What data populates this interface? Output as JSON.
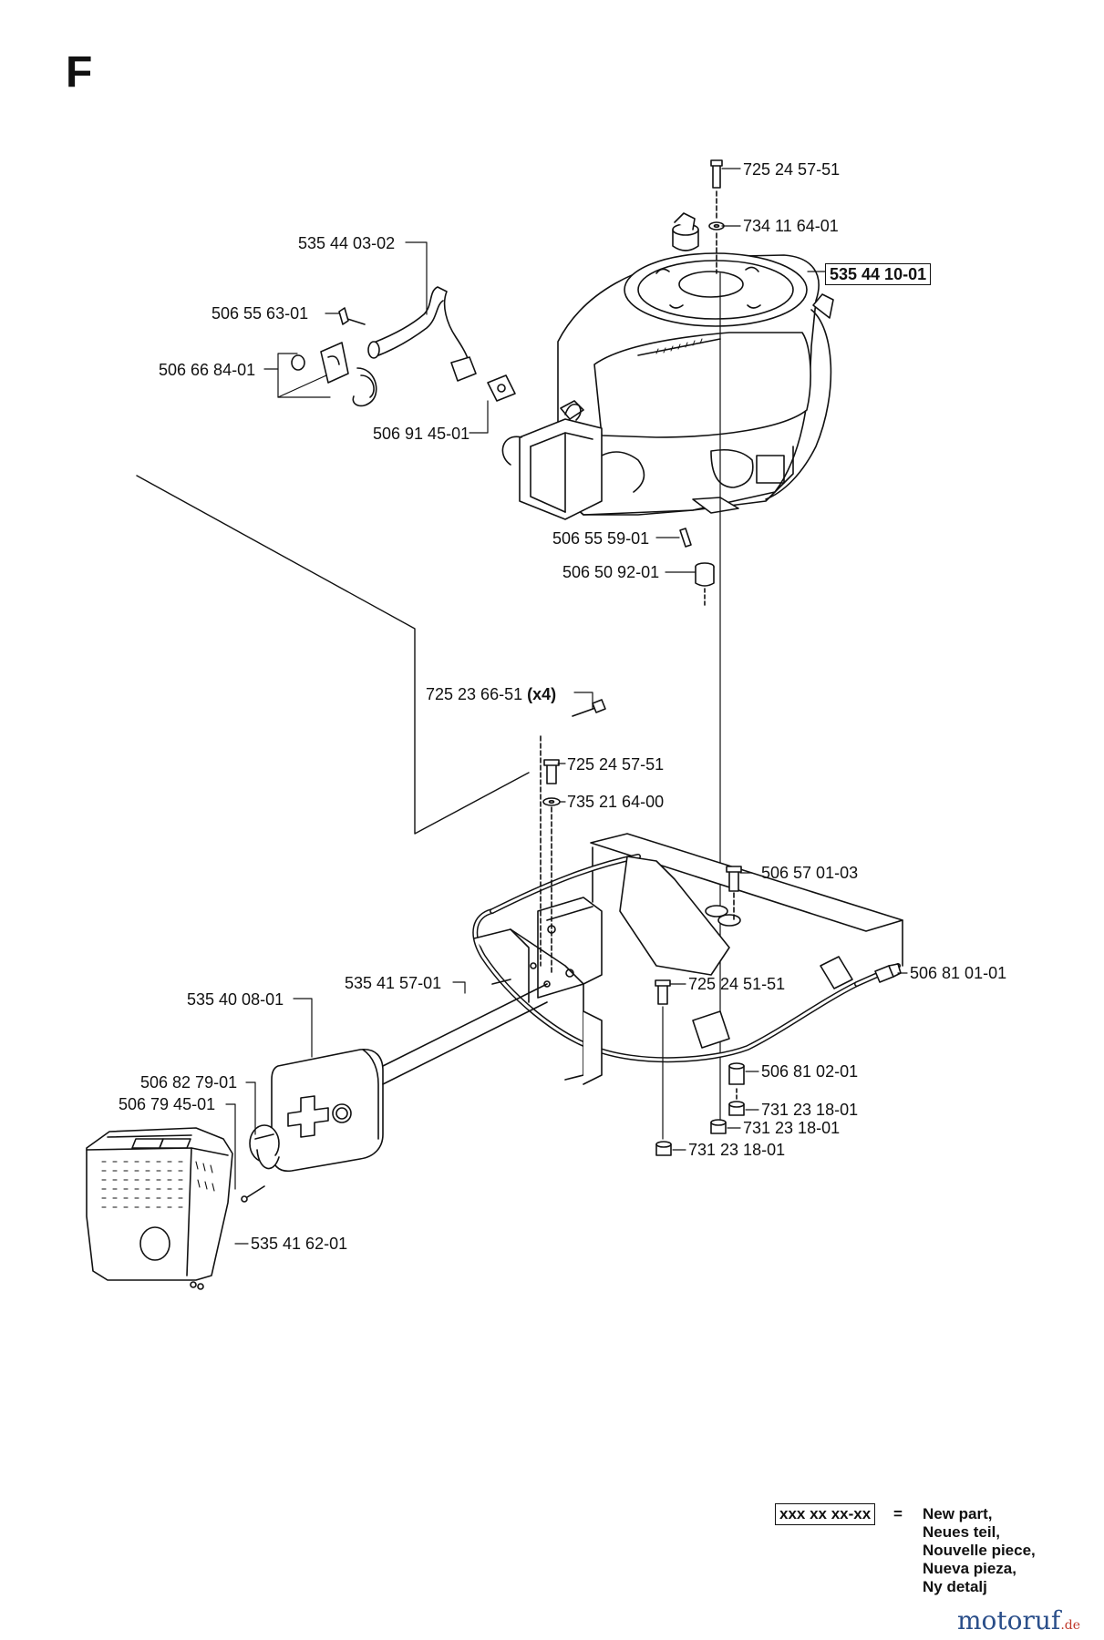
{
  "section": "F",
  "parts": {
    "p1": "725 24 57-51",
    "p2": "734 11 64-01",
    "p3": "535 44 10-01",
    "p4": "535 44 03-02",
    "p5": "506 55 63-01",
    "p6": "506 66 84-01",
    "p7": "506 91 45-01",
    "p8": "506 55 59-01",
    "p9": "506 50 92-01",
    "p10": "725 23 66-51",
    "p10_qty": "(x4)",
    "p11": "725 24 57-51",
    "p12": "735 21 64-00",
    "p13": "506 57 01-03",
    "p14": "506 81 01-01",
    "p15": "535 41 57-01",
    "p16": "725 24 51-51",
    "p17": "535 40 08-01",
    "p18": "506 81 02-01",
    "p19": "506 82 79-01",
    "p20": "506 79 45-01",
    "p21": "731 23 18-01",
    "p22": "731 23 18-01",
    "p23": "731 23 18-01",
    "p24": "535 41 62-01"
  },
  "legend": {
    "code": "xxx xx xx-xx",
    "equals": "=",
    "lines": [
      "New part,",
      "Neues teil,",
      "Nouvelle piece,",
      "Nueva pieza,",
      "Ny detalj"
    ]
  },
  "watermark": {
    "brand": "motoruf",
    "tld": ".de"
  }
}
